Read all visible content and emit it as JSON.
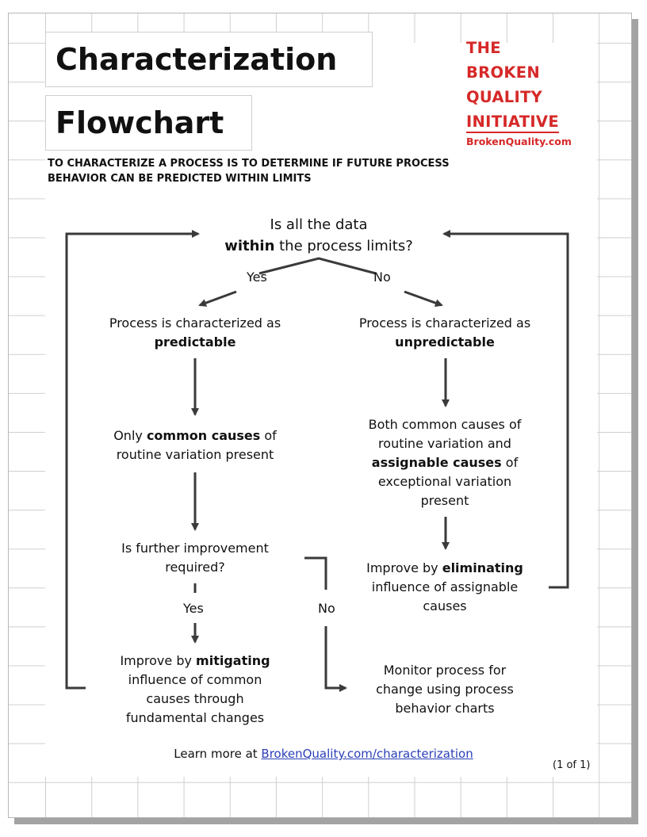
{
  "title_line1": "Characterization",
  "title_line2": "Flowchart",
  "brand": {
    "line1": "THE",
    "line2": "BROKEN",
    "line3": "QUALITY",
    "line4": "INITIATIVE",
    "site": "BrokenQuality.com",
    "color": "#d62828"
  },
  "subtitle_line1": "TO CHARACTERIZE A PROCESS IS TO DETERMINE IF FUTURE PROCESS",
  "subtitle_line2": "BEHAVIOR CAN BE PREDICTED WITHIN LIMITS",
  "nodes": {
    "question": {
      "line1": "Is all the data",
      "bold": "within",
      "rest": " the process limits?"
    },
    "predictable": {
      "line1": "Process is characterized as",
      "bold": "predictable"
    },
    "unpredictable": {
      "line1": "Process is characterized as",
      "bold": "unpredictable"
    },
    "common": {
      "pre": "Only ",
      "bold": "common causes",
      "post": " of",
      "line2": "routine variation present"
    },
    "both": {
      "line1": "Both common causes of",
      "line2": "routine variation and",
      "bold": "assignable causes",
      "post": " of",
      "line4": "exceptional variation",
      "line5": "present"
    },
    "further": {
      "line1": "Is further improvement",
      "line2": "required?"
    },
    "eliminate": {
      "pre": "Improve by ",
      "bold": "eliminating",
      "line2": "influence of assignable",
      "line3": "causes"
    },
    "mitigate": {
      "pre": "Improve by ",
      "bold": "mitigating",
      "line2": "influence of common",
      "line3": "causes through",
      "line4": "fundamental changes"
    },
    "monitor": {
      "line1": "Monitor process for",
      "line2": "change using process",
      "line3": "behavior charts"
    }
  },
  "labels": {
    "yes_top": "Yes",
    "no_top": "No",
    "yes_mid": "Yes",
    "no_mid": "No"
  },
  "footer": {
    "prefix": "Learn more at ",
    "link": "BrokenQuality.com/characterization",
    "page": "(1 of 1)",
    "link_color": "#2a3fb8"
  }
}
